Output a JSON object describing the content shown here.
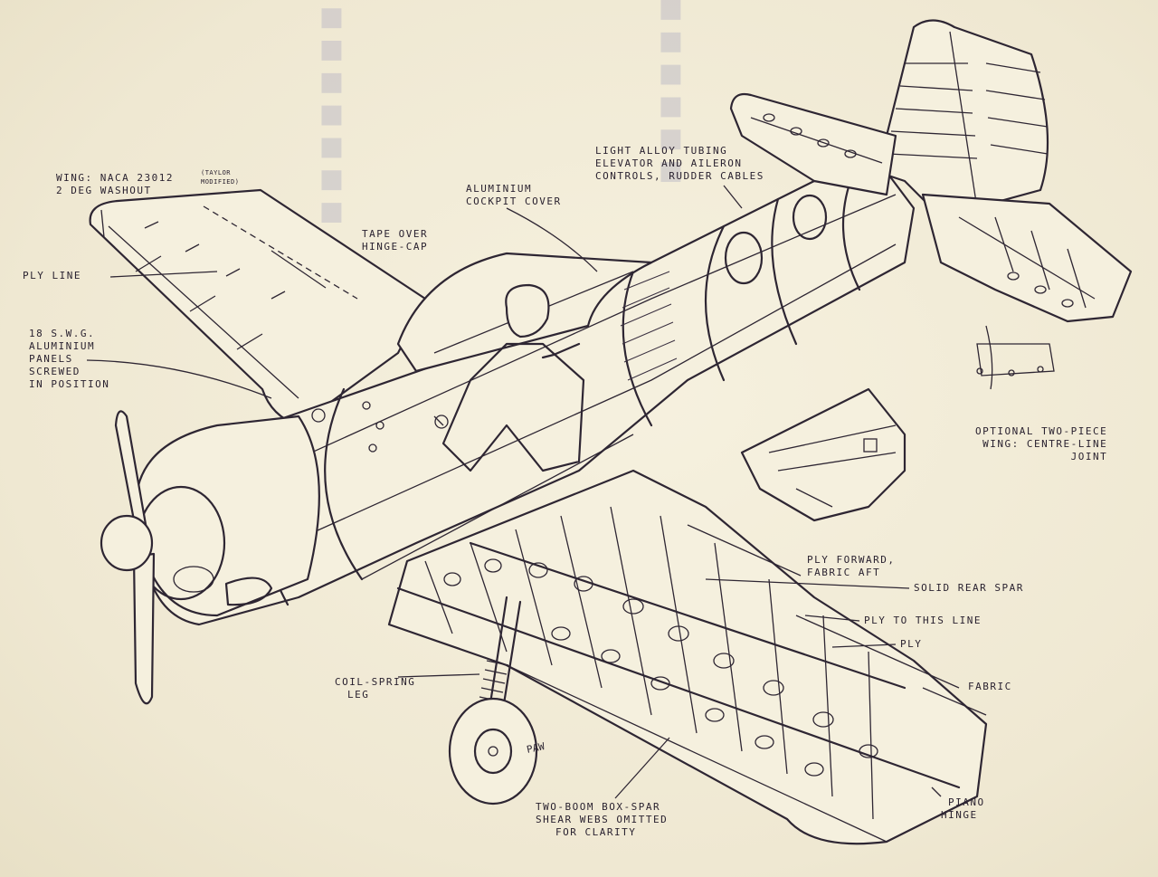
{
  "annotations": {
    "wing_naca": "WING: NACA 23012",
    "wing_taylor_1": "(TAYLOR",
    "wing_taylor_2": "MODIFIED)",
    "wing_washout": "2 deg WASHOUT",
    "ply_line": "PLY LINE",
    "tape_over_1": "TAPE OVER",
    "tape_over_2": "HINGE-CAP",
    "aluminium_cover_1": "ALUMINIUM",
    "aluminium_cover_2": "COCKPIT COVER",
    "light_alloy_1": "LIGHT ALLOY TUBING",
    "light_alloy_2": "ELEVATOR AND AILERON",
    "light_alloy_3": "CONTROLS, RUDDER CABLES",
    "panels_1": "18 s.w.g.",
    "panels_2": "ALUMINIUM",
    "panels_3": "PANELS",
    "panels_4": "SCREWED",
    "panels_5": "IN POSITION",
    "optional_1": "OPTIONAL TWO-PIECE",
    "optional_2": "WING: CENTRE-LINE",
    "optional_3": "JOINT",
    "ply_forward_1": "PLY FORWARD,",
    "ply_forward_2": "FABRIC AFT",
    "solid_rear_spar": "SOLID REAR SPAR",
    "ply_to_this_line": "PLY TO THIS LINE",
    "ply": "PLY",
    "fabric": "FABRIC",
    "coil_spring_1": "COIL-SPRING",
    "coil_spring_2": "LEG",
    "box_spar_1": "TWO-BOOM BOX-SPAR",
    "box_spar_2": "SHEAR WEBS OMITTED",
    "box_spar_3": "FOR CLARITY",
    "piano_hinge_1": "PIANO",
    "piano_hinge_2": "HINGE"
  },
  "signature": "PAW",
  "ink_color": "#2e2633",
  "paper_color": "#f3eedc"
}
